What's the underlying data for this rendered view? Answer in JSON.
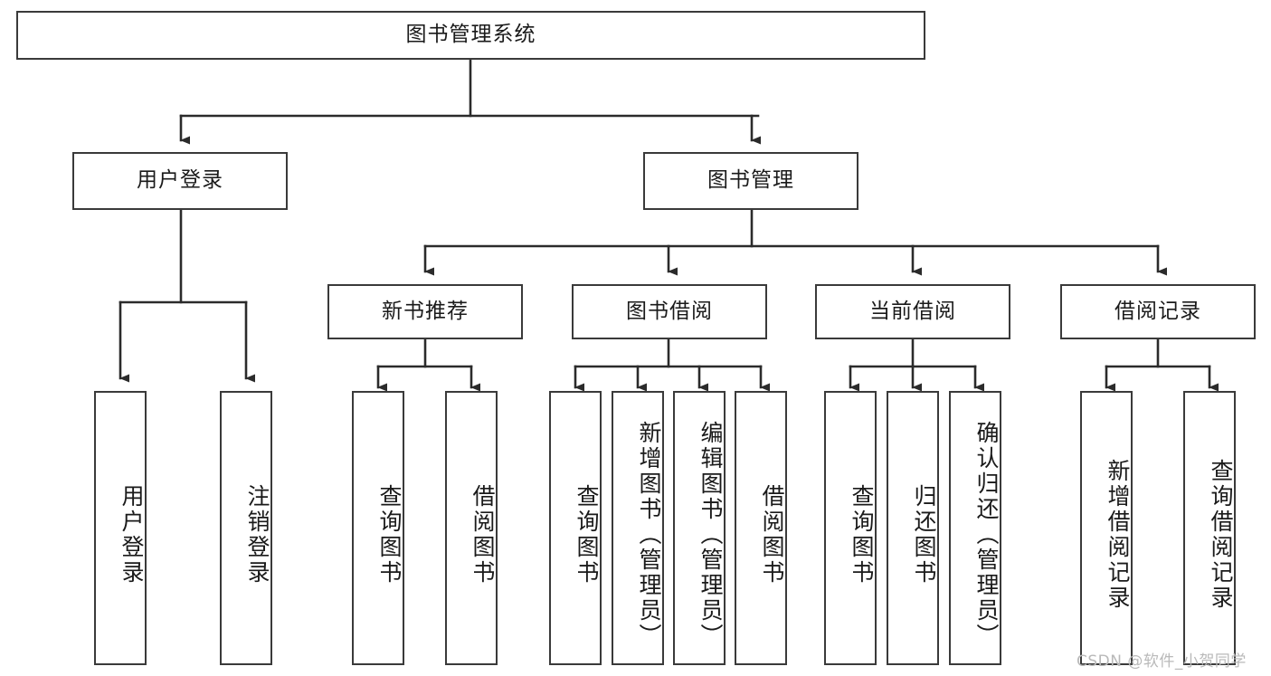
{
  "diagram": {
    "type": "tree-hierarchy-flowchart",
    "title": "图书管理系统",
    "watermark": "CSDN @软件_小贺同学",
    "colors": {
      "box_border": "#3a3a3a",
      "box_fill": "#ffffff",
      "edge": "#2b2b2b",
      "text": "#1a1a1a",
      "watermark": "#b9b9b9",
      "background": "#ffffff"
    },
    "levels": [
      {
        "level": 1,
        "nodes": [
          {
            "id": "root",
            "label": "图书管理系统",
            "orientation": "horizontal"
          }
        ]
      },
      {
        "level": 2,
        "nodes": [
          {
            "id": "l2-1",
            "label": "用户登录",
            "orientation": "horizontal",
            "parent": "root"
          },
          {
            "id": "l2-2",
            "label": "图书管理",
            "orientation": "horizontal",
            "parent": "root"
          }
        ]
      },
      {
        "level": 3,
        "nodes": [
          {
            "id": "l3-1",
            "label": "新书推荐",
            "orientation": "horizontal",
            "parent": "l2-2"
          },
          {
            "id": "l3-2",
            "label": "图书借阅",
            "orientation": "horizontal",
            "parent": "l2-2"
          },
          {
            "id": "l3-3",
            "label": "当前借阅",
            "orientation": "horizontal",
            "parent": "l2-2"
          },
          {
            "id": "l3-4",
            "label": "借阅记录",
            "orientation": "horizontal",
            "parent": "l2-2"
          }
        ]
      },
      {
        "level": 4,
        "nodes": [
          {
            "id": "l4-1",
            "label": "用户登录",
            "orientation": "vertical",
            "parent": "l2-1"
          },
          {
            "id": "l4-2",
            "label": "注销登录",
            "orientation": "vertical",
            "parent": "l2-1"
          },
          {
            "id": "l4-3",
            "label": "查询图书",
            "orientation": "vertical",
            "parent": "l3-1"
          },
          {
            "id": "l4-4",
            "label": "借阅图书",
            "orientation": "vertical",
            "parent": "l3-1"
          },
          {
            "id": "l4-5",
            "label": "查询图书",
            "orientation": "vertical",
            "parent": "l3-2"
          },
          {
            "id": "l4-6",
            "label": "新增图书（管理员）",
            "orientation": "vertical",
            "parent": "l3-2"
          },
          {
            "id": "l4-7",
            "label": "编辑图书（管理员）",
            "orientation": "vertical",
            "parent": "l3-2"
          },
          {
            "id": "l4-8",
            "label": "借阅图书",
            "orientation": "vertical",
            "parent": "l3-2"
          },
          {
            "id": "l4-9",
            "label": "查询图书",
            "orientation": "vertical",
            "parent": "l3-3"
          },
          {
            "id": "l4-10",
            "label": "归还图书",
            "orientation": "vertical",
            "parent": "l3-3"
          },
          {
            "id": "l4-11",
            "label": "确认归还（管理员）",
            "orientation": "vertical",
            "parent": "l3-3"
          },
          {
            "id": "l4-12",
            "label": "新增借阅记录",
            "orientation": "vertical",
            "parent": "l3-4"
          },
          {
            "id": "l4-13",
            "label": "查询借阅记录",
            "orientation": "vertical",
            "parent": "l3-4"
          }
        ]
      }
    ]
  }
}
